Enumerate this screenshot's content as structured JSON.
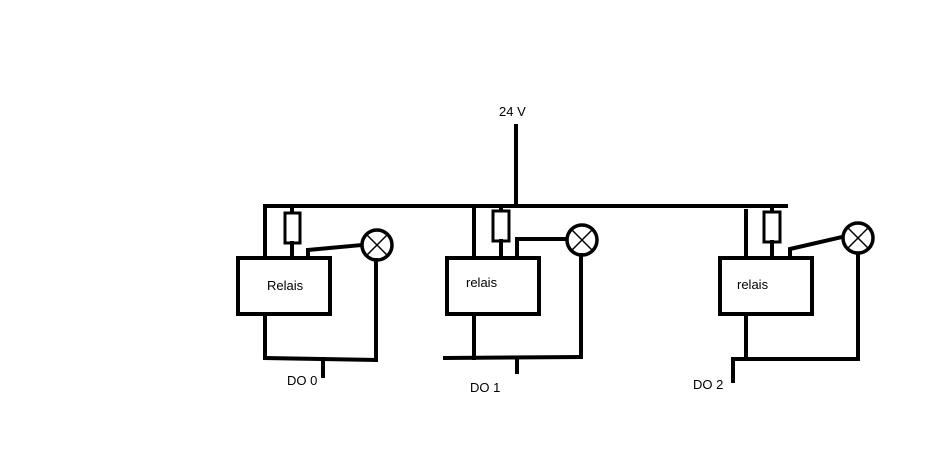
{
  "supply_label": "24 V",
  "relays": [
    {
      "label": "Relais",
      "output_label": "DO 0"
    },
    {
      "label": "relais",
      "output_label": "DO 1"
    },
    {
      "label": "relais",
      "output_label": "DO 2"
    }
  ],
  "colors": {
    "ink": "#000000",
    "background": "#ffffff"
  },
  "icons": [
    "resistor-icon",
    "lamp-icon"
  ]
}
